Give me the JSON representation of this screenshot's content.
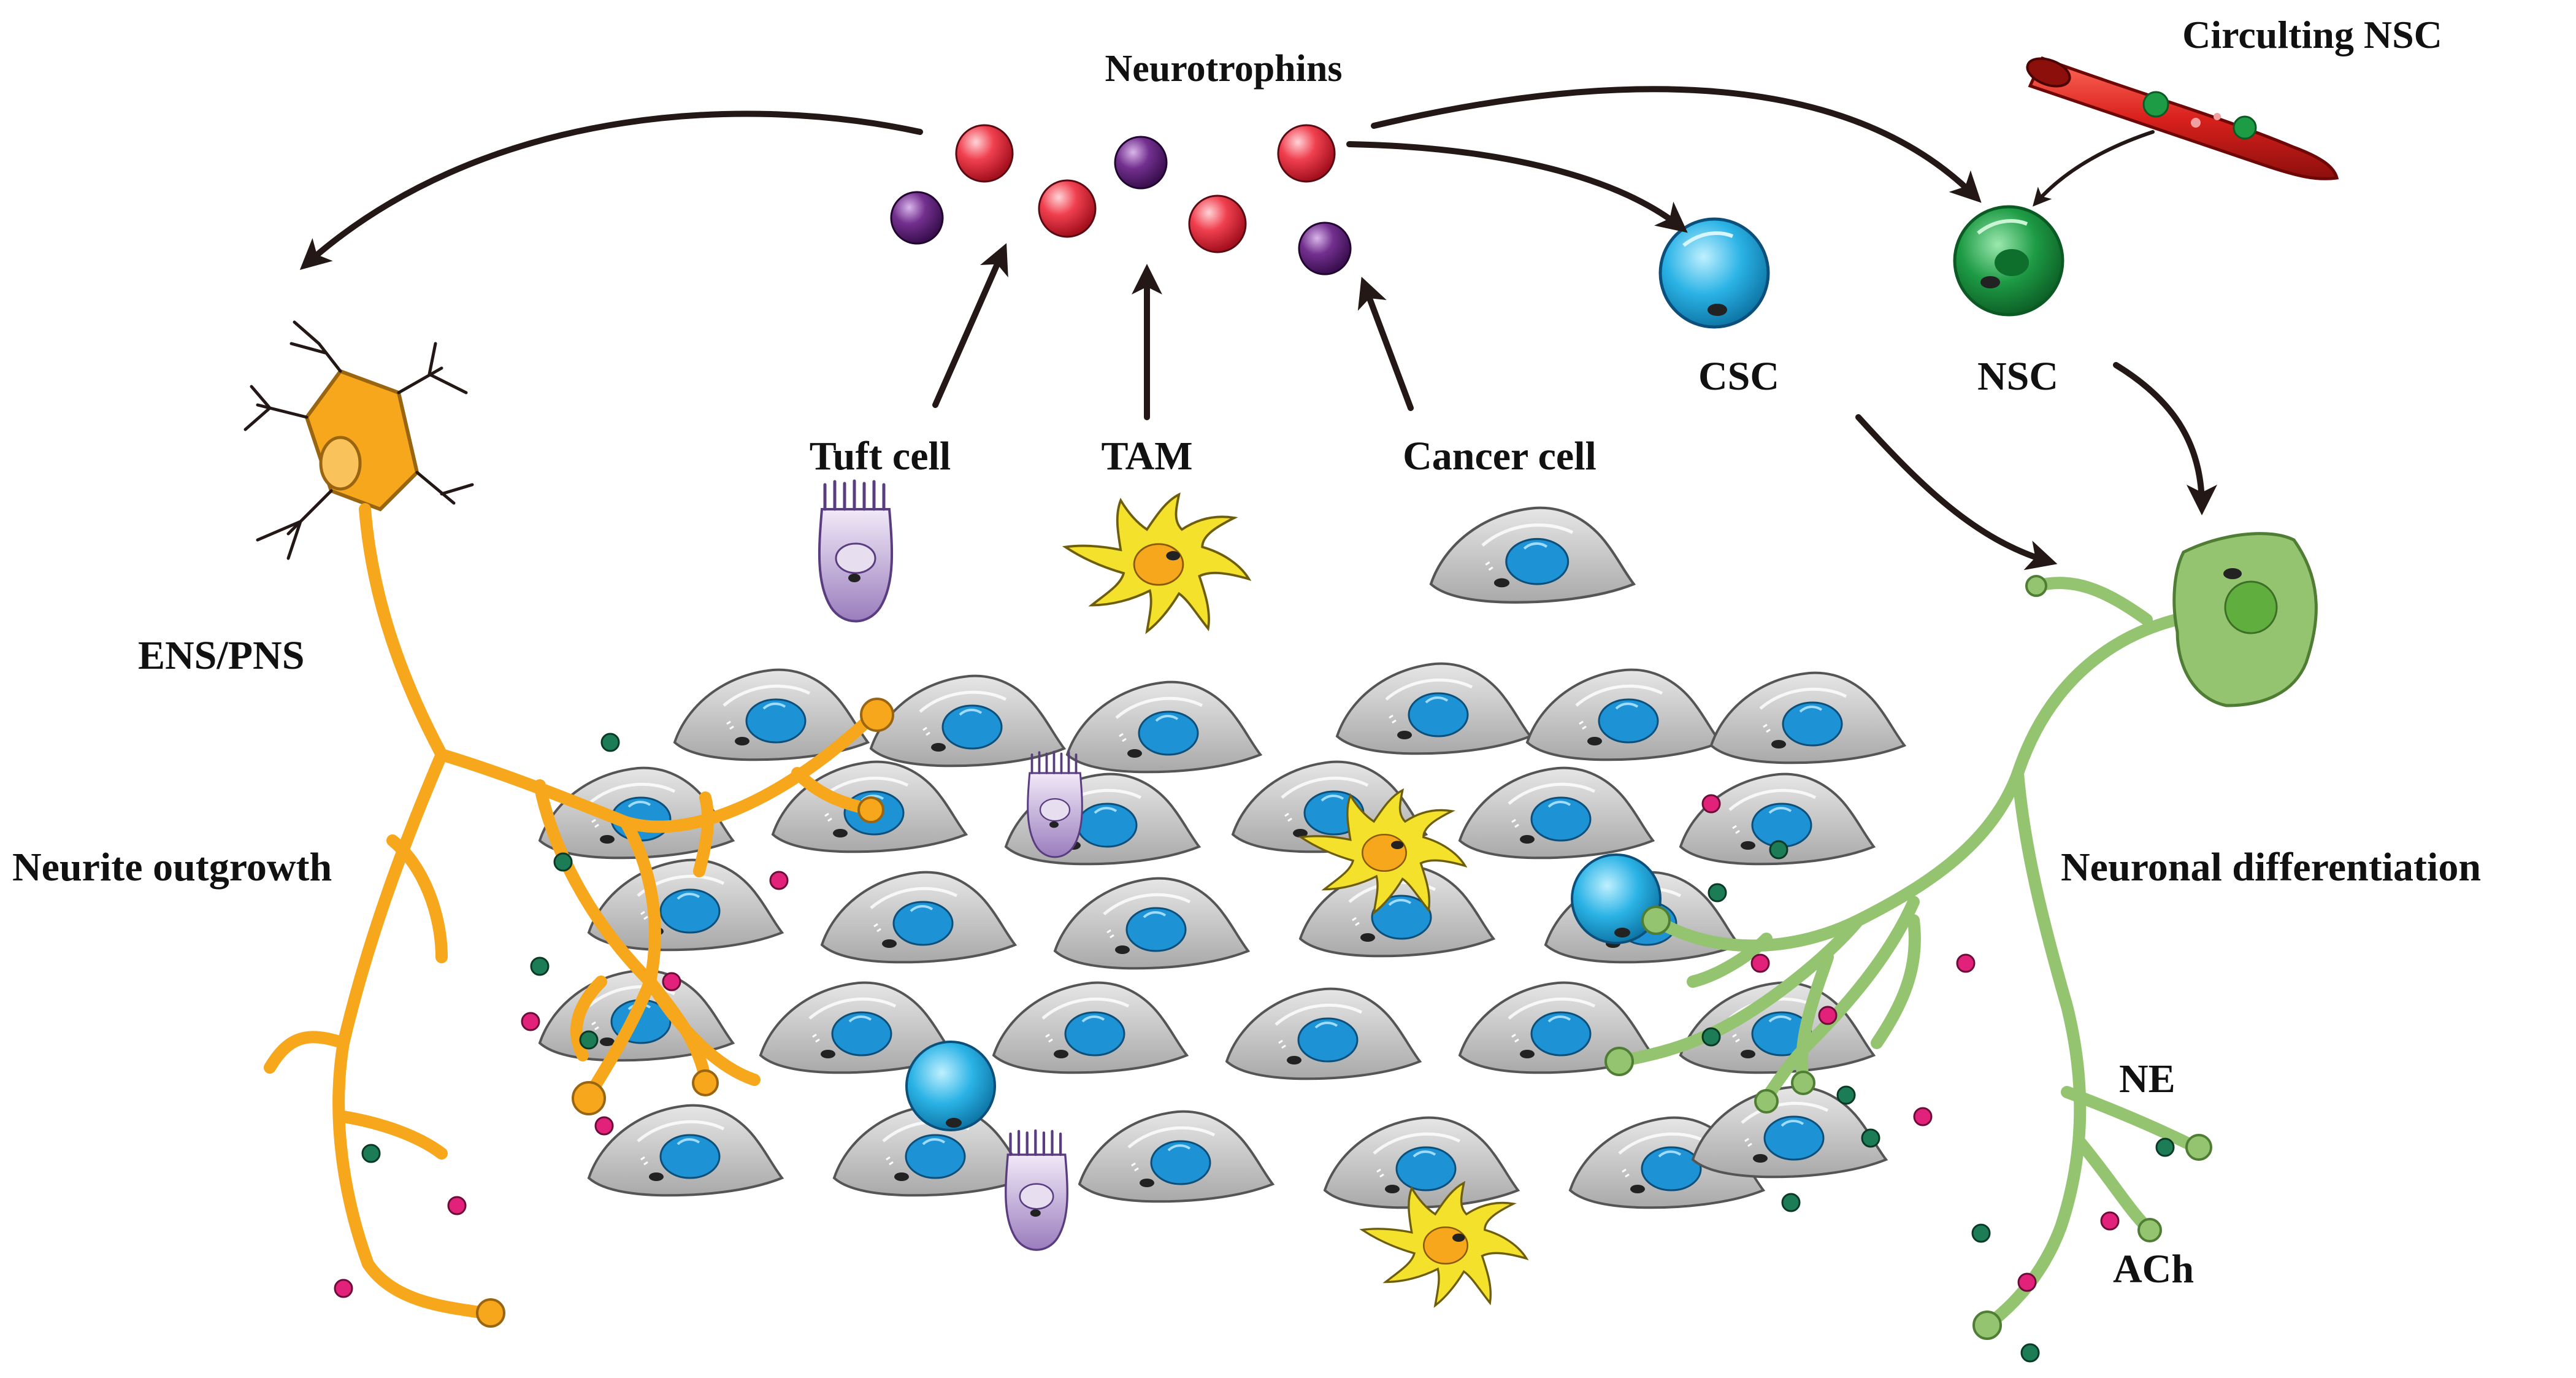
{
  "labels": {
    "neurotrophins": "Neurotrophins",
    "circulating_nsc": "Circulting NSC",
    "csc": "CSC",
    "nsc": "NSC",
    "tuft_cell": "Tuft cell",
    "tam": "TAM",
    "cancer_cell": "Cancer cell",
    "ens_pns": "ENS/PNS",
    "neurite_outgrowth": "Neurite outgrowth",
    "neuronal_differentiation": "Neuronal differentiation",
    "ne": "NE",
    "ach": "ACh"
  },
  "colors": {
    "arrow": "#231815",
    "neurotrophin_red": "#e8283c",
    "neurotrophin_purple": "#5e2277",
    "neuron_orange": "#f6a71c",
    "neuron_green": "#95c471",
    "csc_blue": "#2bb3e6",
    "nsc_green": "#1e9b45",
    "tam_yellow": "#f3e12b",
    "tuft_purple": "#b8a2cf",
    "cancer_gray": "#c9c9c9",
    "nucleus_blue": "#1d92d4",
    "vessel_red": "#d9201c",
    "dot_pink": "#e2217a",
    "dot_green": "#1c7c56"
  },
  "icons": [
    "neurotrophin-particle-icon",
    "neuron-icon",
    "cancer-cell-icon",
    "tam-icon",
    "tuft-cell-icon",
    "stem-cell-icon",
    "blood-vessel-icon",
    "neurotransmitter-dot-icon"
  ]
}
